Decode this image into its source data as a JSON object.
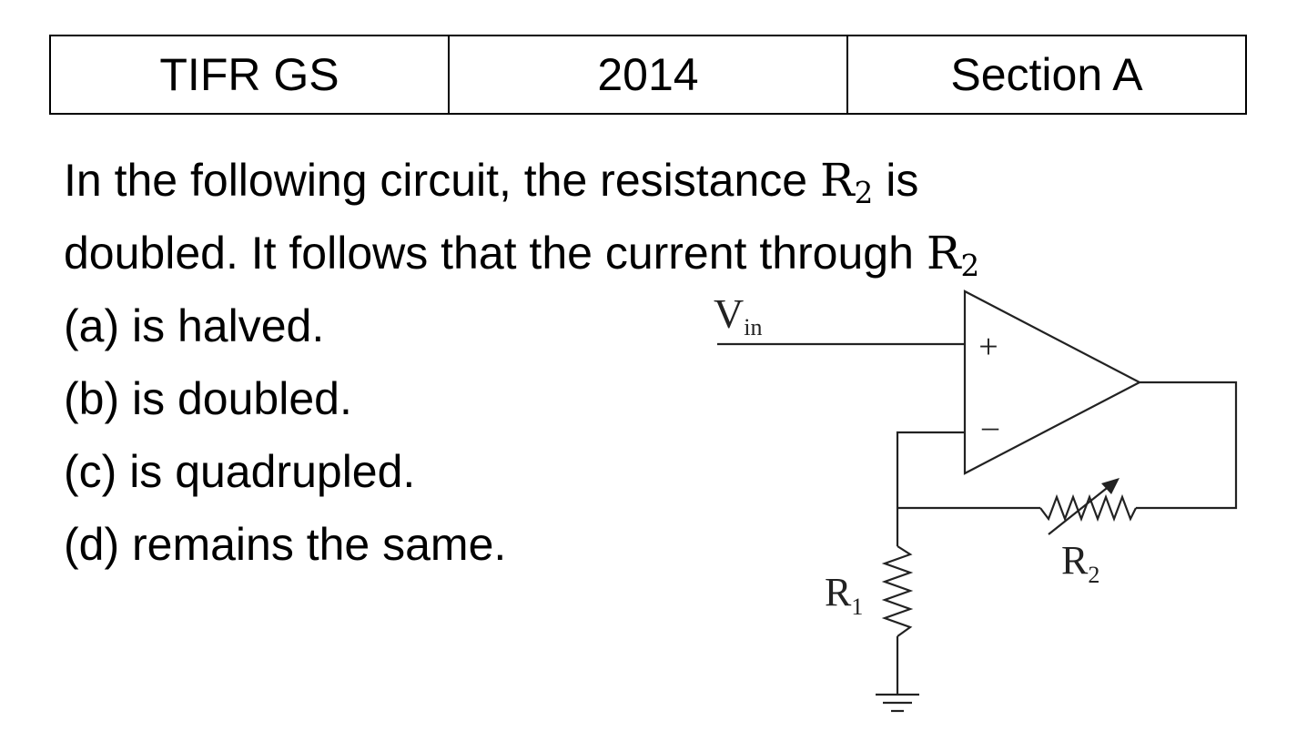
{
  "header": {
    "exam": "TIFR GS",
    "year": "2014",
    "section": "Section A"
  },
  "question": {
    "line1_text": "In the following circuit, the resistance ",
    "line1_symbol": "R",
    "line1_symbol_sub": "2",
    "line1_end": " is",
    "line2_text": "doubled. It follows that the current through ",
    "line2_symbol": "R",
    "line2_symbol_sub": "2"
  },
  "options": [
    {
      "label": "(a) is halved."
    },
    {
      "label": "(b) is doubled."
    },
    {
      "label": "(c) is quadrupled."
    },
    {
      "label": "(d) remains the same."
    }
  ],
  "circuit": {
    "input_label": "V",
    "input_label_sub": "in",
    "plus_sign": "+",
    "minus_sign": "–",
    "r1_label": "R",
    "r1_label_sub": "1",
    "r2_label": "R",
    "r2_label_sub": "2"
  }
}
